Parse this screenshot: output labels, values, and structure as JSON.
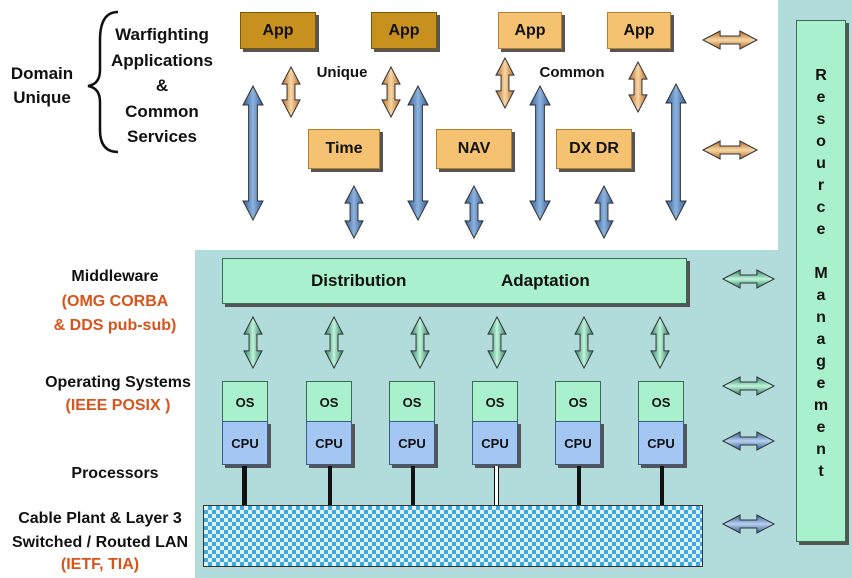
{
  "left_labels": {
    "domain": [
      "Domain",
      "Unique"
    ],
    "warfighting": [
      "Warfighting",
      "Applications",
      "&",
      "Common",
      "Services"
    ],
    "middleware": "Middleware",
    "middleware_std": [
      "(OMG CORBA",
      "& DDS pub-sub)"
    ],
    "os": "Operating Systems",
    "os_std": "(IEEE POSIX )",
    "processors": "Processors",
    "cable": [
      "Cable Plant & Layer 3",
      "Switched / Routed LAN"
    ],
    "cable_std": "(IETF, TIA)"
  },
  "apps": [
    "App",
    "App",
    "App",
    "App"
  ],
  "unique_label": "Unique",
  "common_label": "Common",
  "services": [
    "Time",
    "NAV",
    "DX DR"
  ],
  "middleware_bar": {
    "left": "Distribution",
    "right": "Adaptation"
  },
  "nodes": [
    {
      "os": "OS",
      "cpu": "CPU"
    },
    {
      "os": "OS",
      "cpu": "CPU"
    },
    {
      "os": "OS",
      "cpu": "CPU"
    },
    {
      "os": "OS",
      "cpu": "CPU"
    },
    {
      "os": "OS",
      "cpu": "CPU"
    },
    {
      "os": "OS",
      "cpu": "CPU"
    }
  ],
  "resource_management": [
    "R",
    "e",
    "s",
    "o",
    "u",
    "r",
    "c",
    "e",
    "",
    "M",
    "a",
    "n",
    "a",
    "g",
    "e",
    "m",
    "e",
    "n",
    "t"
  ],
  "colors": {
    "app_dark": "#c8901c",
    "app_light": "#f5c271",
    "middleware": "#a9f0cc",
    "cpu": "#a3c6f2",
    "background_teal": "#b2dcdc",
    "standards_text": "#d8541a"
  }
}
